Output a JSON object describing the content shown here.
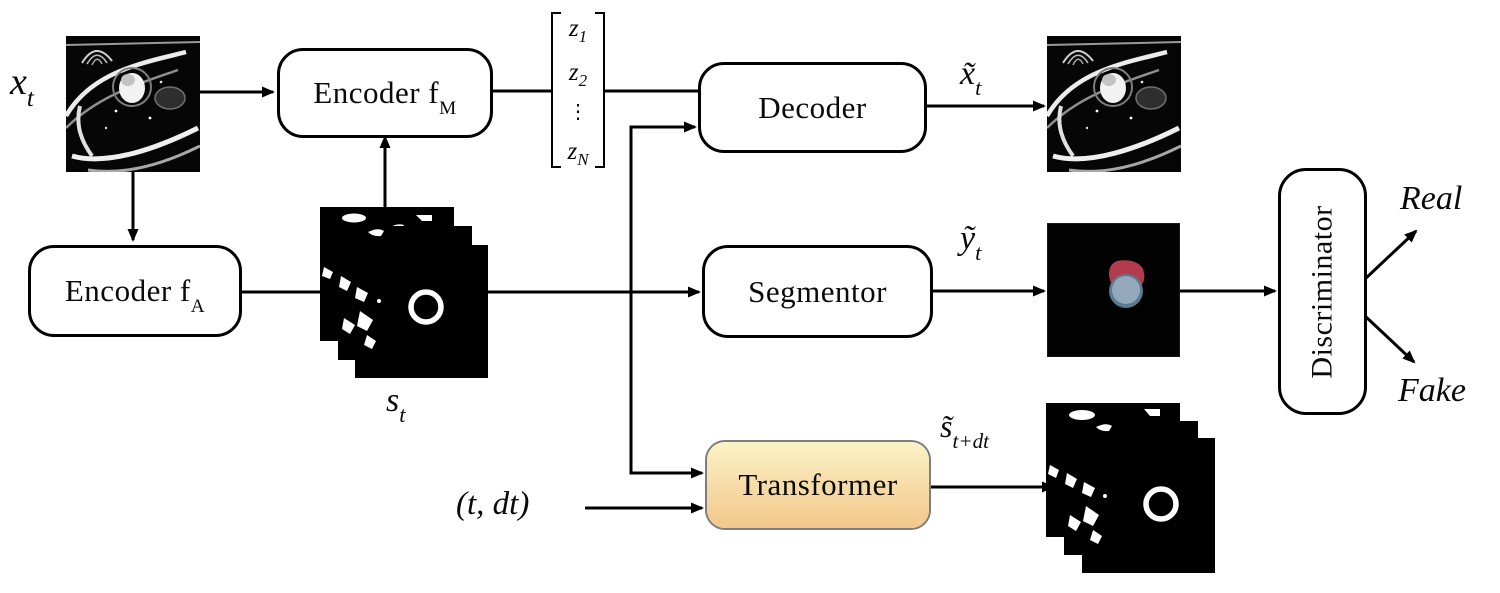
{
  "diagram": {
    "nodes": {
      "encoder_m": {
        "label": "Encoder f",
        "sub": "M"
      },
      "encoder_a": {
        "label": "Encoder f",
        "sub": "A"
      },
      "decoder": {
        "label": "Decoder"
      },
      "segmentor": {
        "label": "Segmentor"
      },
      "transformer": {
        "label": "Transformer"
      },
      "discriminator": {
        "label": "Discriminator"
      }
    },
    "labels": {
      "input_image": {
        "base": "x",
        "sub": "t"
      },
      "reconstruction": {
        "base": "x̃",
        "sub": "t"
      },
      "segmentation": {
        "base": "ỹ",
        "sub": "t"
      },
      "anatomy_factors": {
        "base": "s",
        "sub": "t"
      },
      "future_anatomy": {
        "base": "s̃",
        "sub": "t+dt"
      },
      "time_input": "(t, dt)",
      "real": "Real",
      "fake": "Fake"
    },
    "latent_vector": {
      "entries": [
        {
          "base": "z",
          "sub": "1"
        },
        {
          "base": "z",
          "sub": "2"
        },
        {
          "base": "⋮",
          "sub": ""
        },
        {
          "base": "z",
          "sub": "N"
        }
      ]
    },
    "colors": {
      "transformer_top": "#FBF2C5",
      "transformer_bottom": "#F2C78C",
      "myocardium_red": "#B23B4E",
      "cavity_blue_fill": "#93A9BB",
      "cavity_blue_ring": "#5A7A90",
      "line_black": "#000000"
    }
  }
}
